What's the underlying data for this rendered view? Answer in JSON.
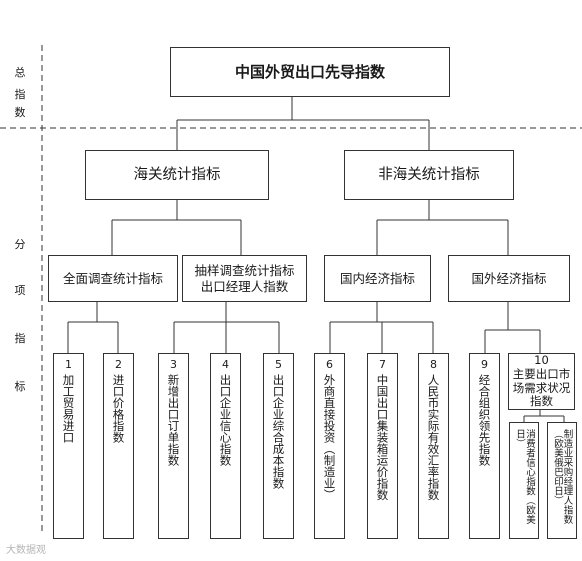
{
  "side_labels": {
    "total_l1": "总",
    "total_l2": "指",
    "total_l3": "数",
    "sub_l1": "分",
    "sub_l2": "项",
    "sub_l3": "指",
    "sub_l4": "标"
  },
  "root": {
    "label": "中国外贸出口先导指数"
  },
  "level1": {
    "customs": "海关统计指标",
    "non_customs": "非海关统计指标"
  },
  "level2": {
    "full_survey": "全面调查统计指标",
    "sample_survey_l1": "抽样调查统计指标",
    "sample_survey_l2": "出口经理人指数",
    "domestic": "国内经济指标",
    "foreign": "国外经济指标"
  },
  "leaves": [
    {
      "num": "1",
      "label": "加工贸易进口"
    },
    {
      "num": "2",
      "label": "进口价格指数"
    },
    {
      "num": "3",
      "label": "新增出口订单指数"
    },
    {
      "num": "4",
      "label": "出口企业信心指数"
    },
    {
      "num": "5",
      "label": "出口企业综合成本指数"
    },
    {
      "num": "6",
      "label": "外商直接投资（制造业）"
    },
    {
      "num": "7",
      "label": "中国出口集装箱运价指数"
    },
    {
      "num": "8",
      "label": "人民币实际有效汇率指数"
    },
    {
      "num": "9",
      "label": "经合组织领先指数"
    }
  ],
  "leaf10": {
    "num": "10",
    "label_l1": "主要出口市",
    "label_l2": "场需求状况",
    "label_l3": "指数",
    "sub_a": "消费者信心指数（欧美日）",
    "sub_b": "制造业采购经理人指数（欧美俄巴印日）"
  },
  "watermark": "大数据观"
}
